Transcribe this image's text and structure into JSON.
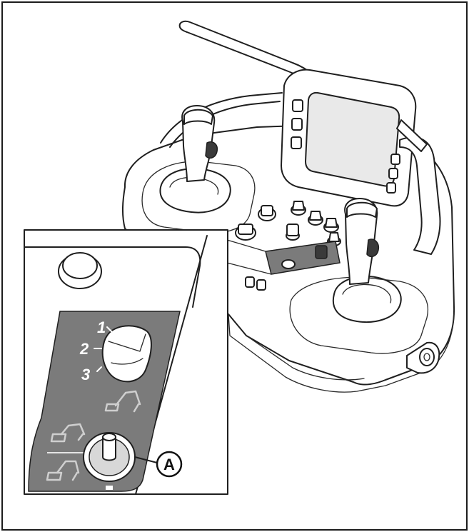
{
  "diagram": {
    "selector_positions": [
      "1",
      "2",
      "3"
    ],
    "callout_label": "A",
    "colors": {
      "panel_gray": "#7b7b7b",
      "line": "#1f1f1f",
      "background": "#ffffff"
    },
    "icons": [
      "excavator-arm-up-icon",
      "excavator-arm-down-icon"
    ]
  }
}
